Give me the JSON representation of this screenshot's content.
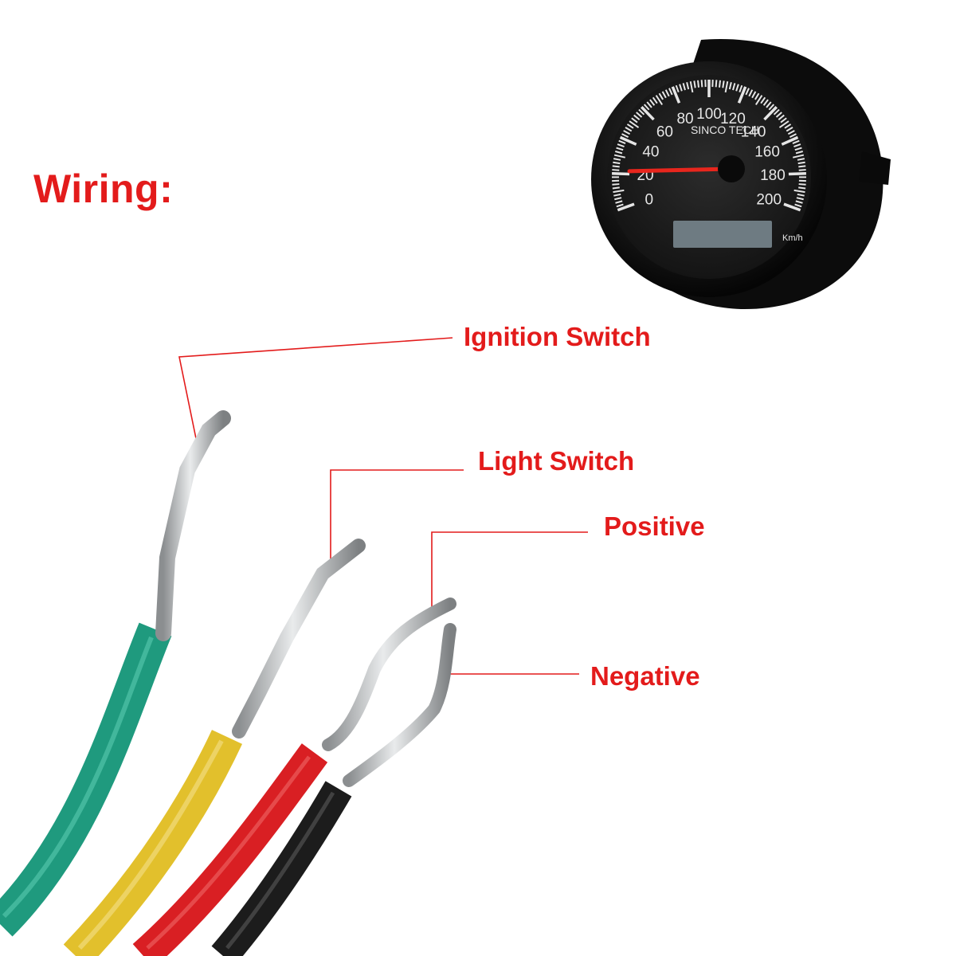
{
  "heading": "Wiring:",
  "gauge": {
    "brand": "SINCO TECH",
    "unit": "Km/h",
    "scale_numbers": [
      "0",
      "20",
      "40",
      "60",
      "80",
      "100",
      "120",
      "140",
      "160",
      "180",
      "200"
    ],
    "needle_value": 17,
    "needle_color": "#e8261d",
    "display_color": "#6e7b82"
  },
  "wires": [
    {
      "label": "Ignition Switch",
      "insulation_color": "#1f9a7e"
    },
    {
      "label": "Light Switch",
      "insulation_color": "#e2c02c"
    },
    {
      "label": "Positive",
      "insulation_color": "#d91f23"
    },
    {
      "label": "Negative",
      "insulation_color": "#1c1c1c"
    }
  ],
  "label_color": "#e31b1b",
  "leader_line_color": "#e31b1b"
}
